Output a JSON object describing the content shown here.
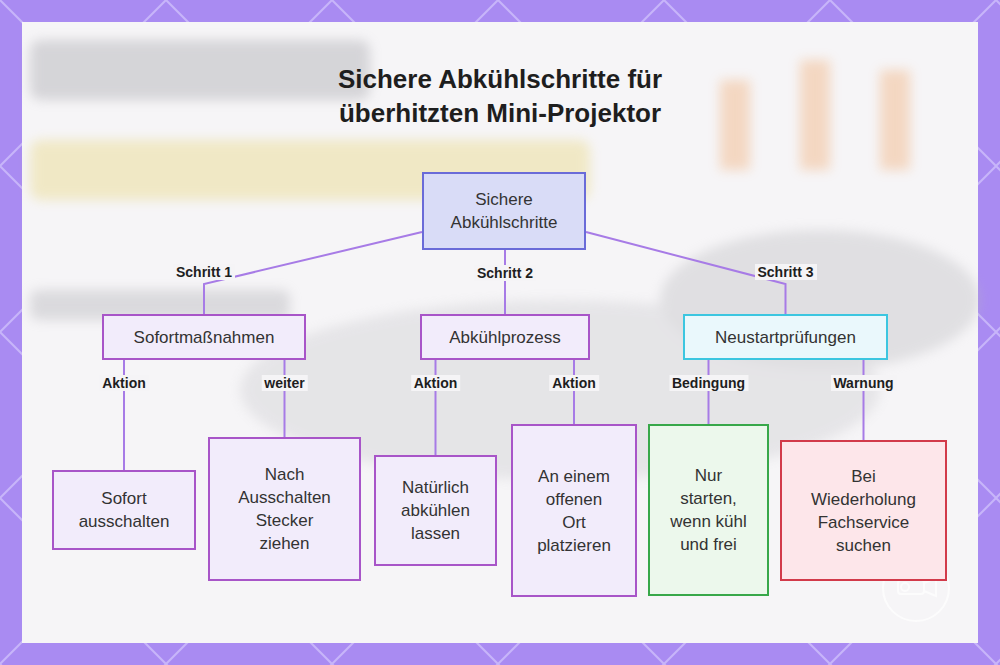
{
  "diagram": {
    "title": "Sichere Abkühlschritte für überhitzten Mini-Projektor",
    "nodes": [
      {
        "text": [
          "Sichere Abkühlschritte"
        ]
      },
      {
        "text": [
          "Sofortmaßnahmen"
        ]
      },
      {
        "text": [
          "Abkühlprozess"
        ]
      },
      {
        "text": [
          "Neustartprüfungen"
        ]
      },
      {
        "text": [
          "Sofort ausschalten"
        ]
      },
      {
        "text": [
          "Nach Ausschalten Stecker ziehen"
        ]
      },
      {
        "text": [
          "Natürlich abkühlen lassen"
        ]
      },
      {
        "text": [
          "An einem offenen Ort platzieren"
        ]
      },
      {
        "text": [
          "Nur starten, wenn kühl und frei"
        ]
      },
      {
        "text": [
          "Bei Wiederholung Fachservice suchen"
        ]
      }
    ],
    "edges": [
      {
        "from": 0,
        "to": 1,
        "label": "Schritt 1",
        "arrow": "none"
      },
      {
        "from": 0,
        "to": 2,
        "label": "Schritt 2",
        "arrow": "none"
      },
      {
        "from": 0,
        "to": 3,
        "label": "Schritt 3",
        "arrow": "none"
      },
      {
        "from": 1,
        "to": 4,
        "label": "Aktion",
        "arrow": "none"
      },
      {
        "from": 1,
        "to": 5,
        "label": "weiter",
        "arrow": "none"
      },
      {
        "from": 2,
        "to": 6,
        "label": "Aktion",
        "arrow": "none"
      },
      {
        "from": 2,
        "to": 7,
        "label": "Aktion",
        "arrow": "none"
      },
      {
        "from": 3,
        "to": 8,
        "label": "Bedingung",
        "arrow": "none"
      },
      {
        "from": 3,
        "to": 9,
        "label": "Warnung",
        "arrow": "none"
      }
    ]
  }
}
